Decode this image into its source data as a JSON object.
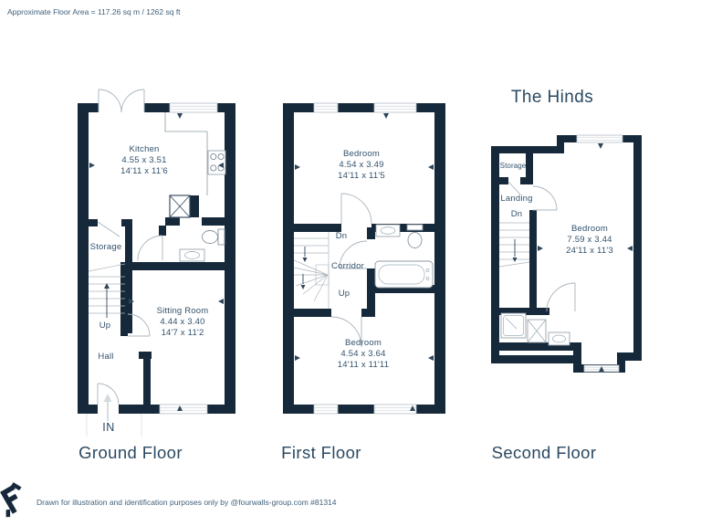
{
  "header": {
    "approx_area": "Approximate Floor Area = 117.26 sq m / 1262 sq ft"
  },
  "property_name": "The Hinds",
  "floors": {
    "ground": {
      "label": "Ground Floor",
      "kitchen_name": "Kitchen",
      "kitchen_m": "4.55 x 3.51",
      "kitchen_ft": "14'11 x 11'6",
      "storage": "Storage",
      "up": "Up",
      "hall": "Hall",
      "sitting_name": "Sitting Room",
      "sitting_m": "4.44 x 3.40",
      "sitting_ft": "14'7 x 11'2",
      "entrance": "IN"
    },
    "first": {
      "label": "First Floor",
      "bedroom_front_name": "Bedroom",
      "bedroom_front_m": "4.54 x 3.49",
      "bedroom_front_ft": "14'11 x 11'5",
      "dn": "Dn",
      "corridor": "Corridor",
      "up": "Up",
      "bedroom_back_name": "Bedroom",
      "bedroom_back_m": "4.54 x 3.64",
      "bedroom_back_ft": "14'11 x 11'11"
    },
    "second": {
      "label": "Second Floor",
      "storage": "Storage",
      "landing": "Landing",
      "dn": "Dn",
      "bedroom_name": "Bedroom",
      "bedroom_m": "7.59 x 3.44",
      "bedroom_ft": "24'11 x 11'3"
    }
  },
  "footer": {
    "disclaimer": "Drawn for illustration and identification purposes only by @fourwalls-group.com #81314"
  },
  "colors": {
    "wall": "#15293b",
    "label_text": "#33526c",
    "heading_text": "#2b4962",
    "thin_line": "#8e9aa4"
  }
}
